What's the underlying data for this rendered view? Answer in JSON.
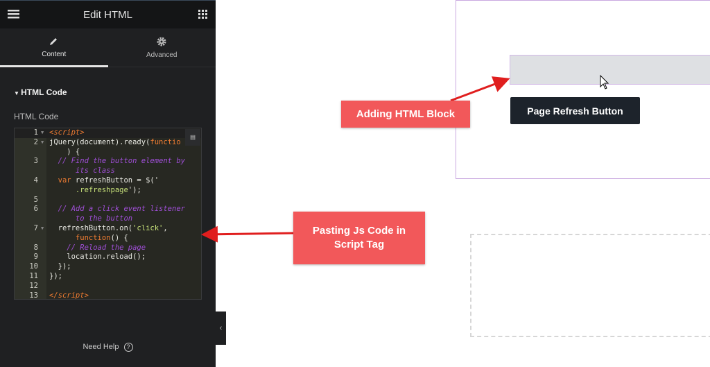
{
  "header": {
    "title": "Edit HTML",
    "menu_icon": "hamburger-icon",
    "apps_icon": "grid-icon"
  },
  "tabs": [
    {
      "label": "Content",
      "icon": "pencil-icon",
      "active": true
    },
    {
      "label": "Advanced",
      "icon": "gear-icon",
      "active": false
    }
  ],
  "section": {
    "title": "HTML Code",
    "field_label": "HTML Code"
  },
  "editor": {
    "rows": [
      {
        "n": "1",
        "fold": true,
        "seg": [
          [
            "k-tag",
            "<script>"
          ]
        ]
      },
      {
        "n": "2",
        "fold": true,
        "seg": [
          [
            "",
            "jQuery(document).ready("
          ],
          [
            "k-fn",
            "functio"
          ]
        ]
      },
      {
        "n": "",
        "seg": [
          [
            "",
            "    ) {"
          ]
        ]
      },
      {
        "n": "3",
        "seg": [
          [
            "k-c",
            "  // Find the button element by"
          ]
        ]
      },
      {
        "n": "",
        "seg": [
          [
            "k-c",
            "      its class"
          ]
        ]
      },
      {
        "n": "4",
        "seg": [
          [
            "k-fn",
            "  var"
          ],
          [
            "",
            " refreshButton = $('"
          ]
        ]
      },
      {
        "n": "",
        "seg": [
          [
            "k-s",
            "      .refreshpage"
          ],
          [
            "",
            "');"
          ]
        ]
      },
      {
        "n": "5",
        "seg": []
      },
      {
        "n": "6",
        "seg": [
          [
            "k-c",
            "  // Add a click event listener"
          ]
        ]
      },
      {
        "n": "",
        "seg": [
          [
            "k-c",
            "      to the button"
          ]
        ]
      },
      {
        "n": "7",
        "fold": true,
        "seg": [
          [
            "",
            "  refreshButton.on("
          ],
          [
            "k-s",
            "'click'"
          ],
          [
            "",
            ","
          ]
        ]
      },
      {
        "n": "",
        "seg": [
          [
            "k-fn",
            "      function"
          ],
          [
            "",
            "() {"
          ]
        ]
      },
      {
        "n": "8",
        "seg": [
          [
            "k-c",
            "    // Reload the page"
          ]
        ]
      },
      {
        "n": "9",
        "seg": [
          [
            "",
            "    location.reload();"
          ]
        ]
      },
      {
        "n": "10",
        "seg": [
          [
            "",
            "  });"
          ]
        ]
      },
      {
        "n": "11",
        "seg": [
          [
            "",
            "});"
          ]
        ]
      },
      {
        "n": "12",
        "seg": []
      },
      {
        "n": "13",
        "seg": [
          [
            "k-tag",
            "</script>"
          ]
        ]
      }
    ]
  },
  "help": {
    "label": "Need Help",
    "icon": "help-circle-icon"
  },
  "canvas": {
    "button_label": "Page Refresh Button"
  },
  "callouts": {
    "html_block": "Adding HTML Block",
    "js_code": "Pasting Js Code in Script Tag"
  },
  "colors": {
    "callout": "#f2585a",
    "arrow": "#e01e1e",
    "button": "#1d232b"
  }
}
